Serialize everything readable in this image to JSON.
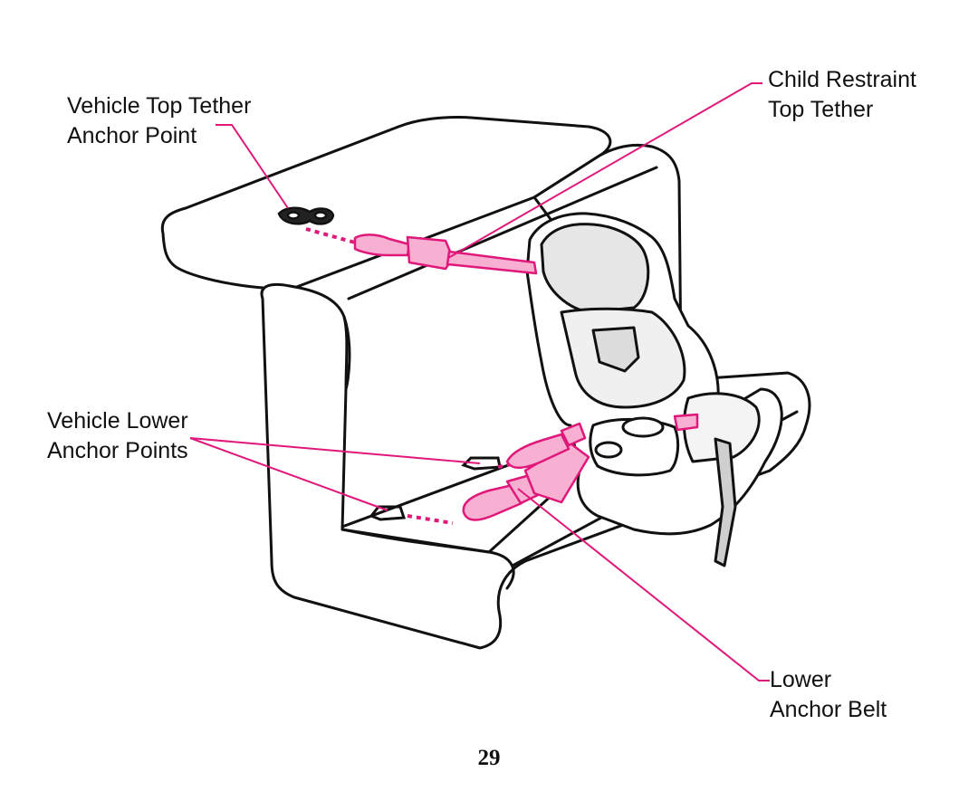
{
  "labels": {
    "top_anchor": {
      "line1": "Vehicle Top Tether",
      "line2": "Anchor Point"
    },
    "restraint_tether": {
      "line1": "Child Restraint",
      "line2": "Top Tether"
    },
    "lower_points": {
      "line1": "Vehicle Lower",
      "line2": "Anchor Points"
    },
    "lower_belt": {
      "line1": "Lower",
      "line2": "Anchor Belt"
    }
  },
  "page_number": "29",
  "colors": {
    "accent": "#e0187a",
    "strap_fill": "#f7b0d2",
    "outline": "#111111"
  }
}
